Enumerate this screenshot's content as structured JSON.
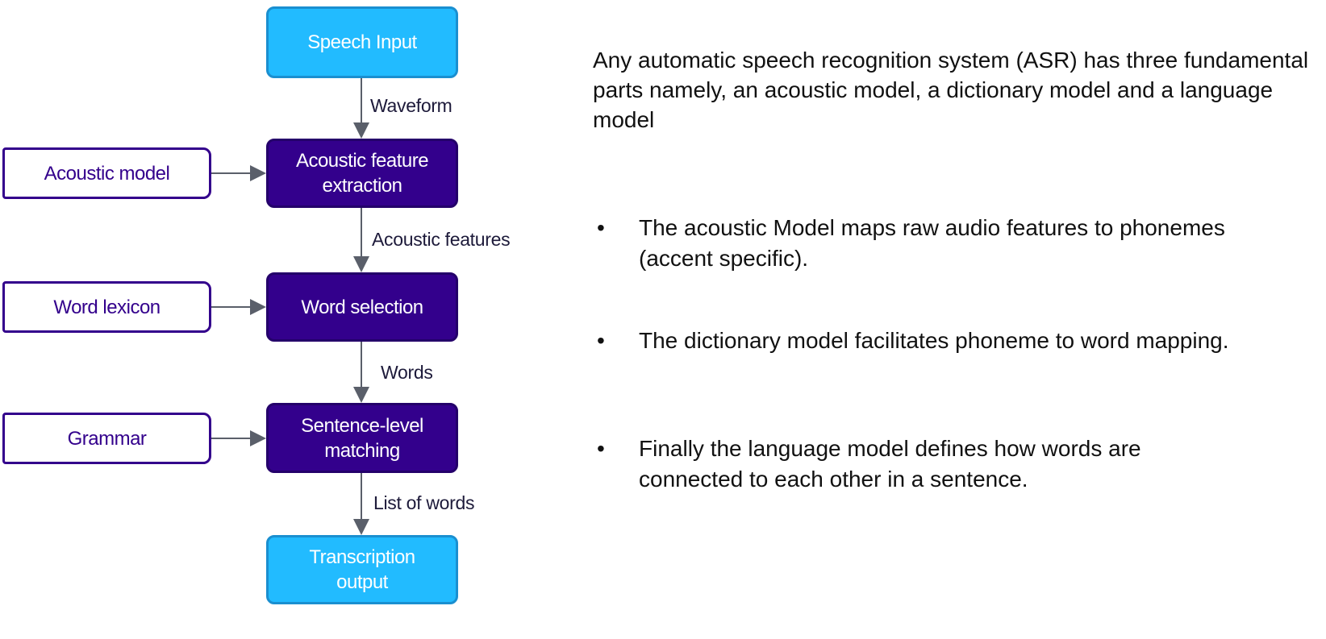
{
  "diagram": {
    "nodes": {
      "speech_input": "Speech Input",
      "feature_extraction": "Acoustic feature extraction",
      "word_selection": "Word selection",
      "sentence_matching": "Sentence-level matching",
      "transcription": "Transcription output",
      "acoustic_model": "Acoustic model",
      "word_lexicon": "Word lexicon",
      "grammar": "Grammar"
    },
    "edges": {
      "waveform": "Waveform",
      "acoustic_features": "Acoustic features",
      "words": "Words",
      "list_of_words": "List of words"
    },
    "colors": {
      "input_output": "#22bbff",
      "process": "#33008c",
      "arrow": "#5a5f6a"
    }
  },
  "text": {
    "intro": "Any automatic speech recognition system (ASR) has three fundamental parts namely, an acoustic model, a dictionary model and a language model",
    "bullet_marker": "•",
    "bullets": [
      "The acoustic Model maps raw audio features to phonemes (accent specific).",
      "The dictionary model facilitates phoneme to word mapping.",
      "Finally the language model defines how words are connected to each other in a sentence."
    ]
  }
}
